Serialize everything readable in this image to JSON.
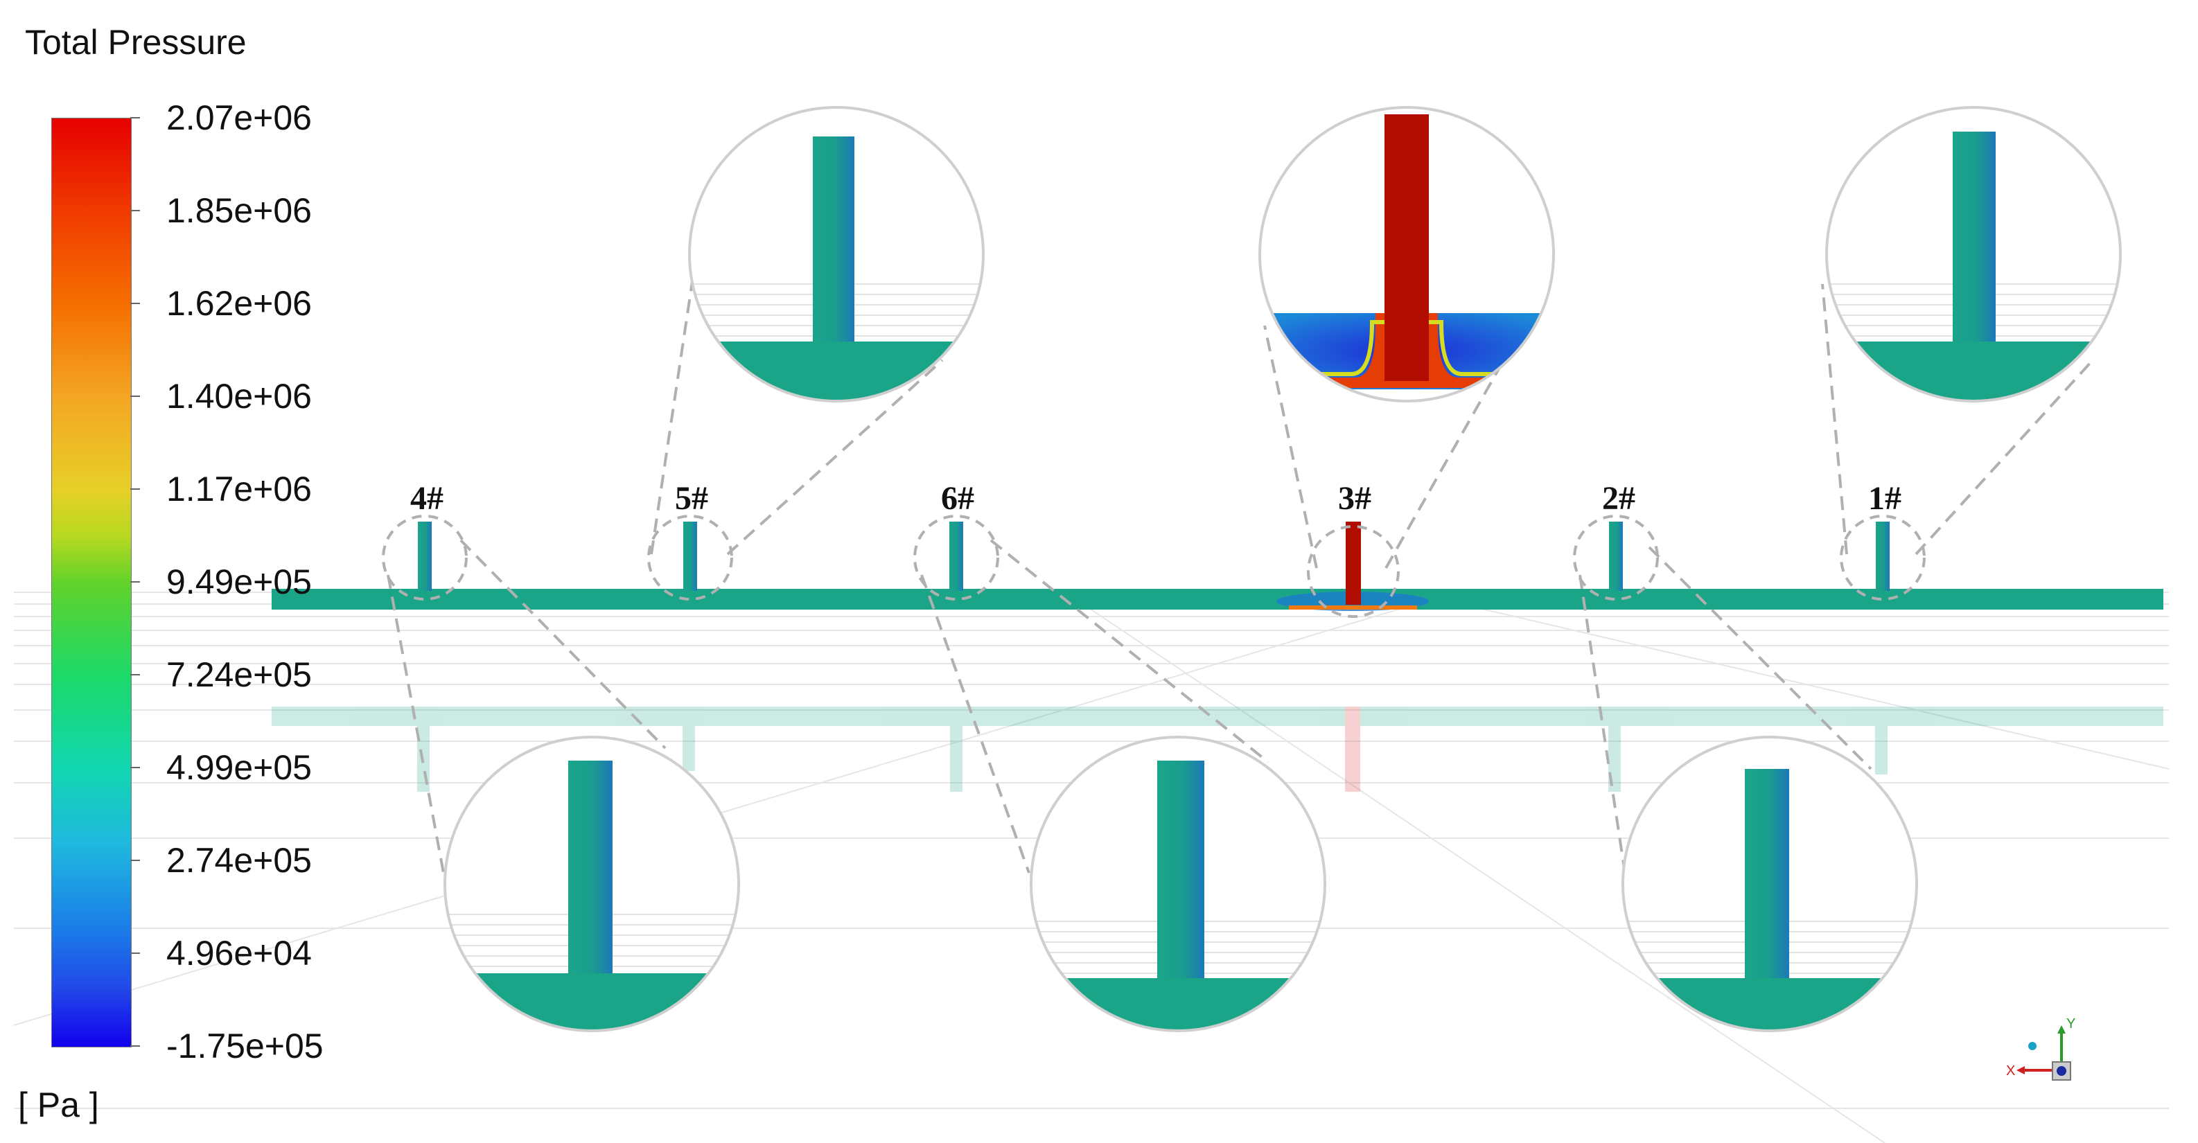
{
  "legend": {
    "title": "Total Pressure",
    "unit": "[ Pa ]",
    "ticks": [
      "2.07e+06",
      "1.85e+06",
      "1.62e+06",
      "1.40e+06",
      "1.17e+06",
      "9.49e+05",
      "7.24e+05",
      "4.99e+05",
      "2.74e+05",
      "4.96e+04",
      "-1.75e+05"
    ]
  },
  "ports": [
    "4#",
    "5#",
    "6#",
    "3#",
    "2#",
    "1#"
  ],
  "colors": {
    "pipe": "#1aa589",
    "high": "#b00d00",
    "low": "#1c3fd8",
    "zoom_ring": "#aaaaaa",
    "dashed_line": "#b0b0b0"
  },
  "axes_icon": {
    "y": "Y",
    "x": "X"
  }
}
